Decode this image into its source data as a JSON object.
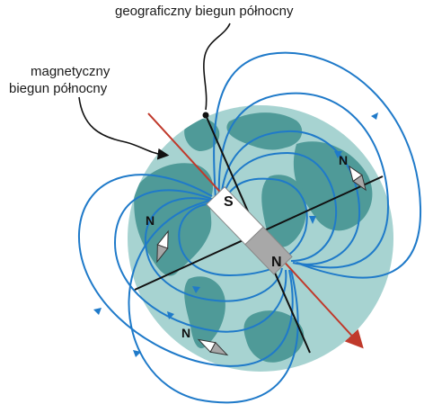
{
  "labels": {
    "geographic_north_pole": "geograficzny biegun północny",
    "magnetic_north_pole_line1": "magnetyczny",
    "magnetic_north_pole_line2": "biegun północny"
  },
  "magnet": {
    "south_label": "S",
    "north_label": "N"
  },
  "compass_labels": {
    "top_right": "N",
    "left": "N",
    "bottom_left": "N"
  },
  "colors": {
    "ocean": "#a7d3d1",
    "land": "#4f9a98",
    "field_lines": "#1f7ac9",
    "magnetic_axis": "#c0392b",
    "magnet_south": "#ffffff",
    "magnet_north": "#a8a8a8"
  }
}
